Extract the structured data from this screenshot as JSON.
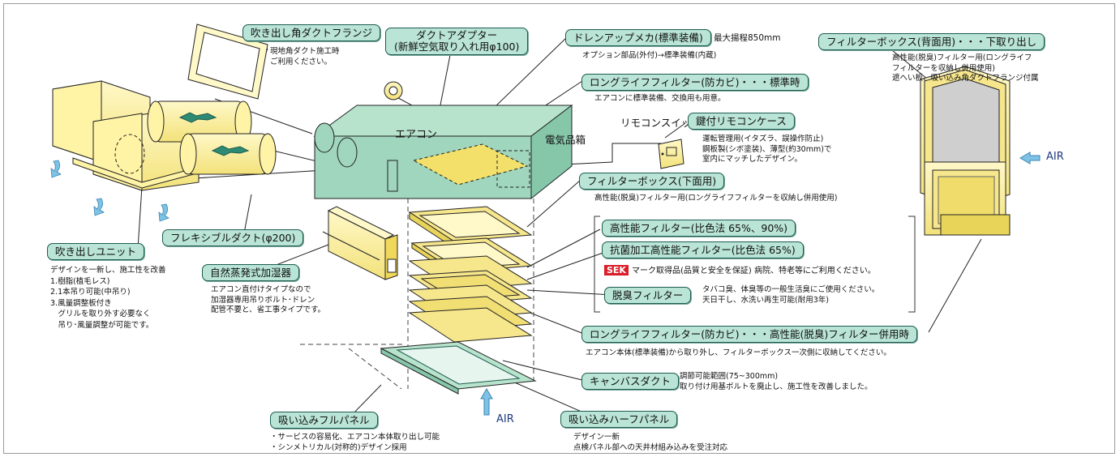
{
  "labels": {
    "flange": "吹き出し角ダクトフランジ",
    "adapter_line1": "ダクトアダプター",
    "adapter_line2": "(新鮮空気取り入れ用φ100)",
    "drain": "ドレンアップメカ(標準装備)",
    "longlife_std": "ロングライフフィルター(防カビ)・・・標準時",
    "remote_case": "鍵付リモコンケース",
    "filterbox_bottom": "フィルターボックス(下面用)",
    "filterbox_back": "フィルターボックス(背面用)・・・下取り出し",
    "hp_filter": "高性能フィルター(比色法 65%、90%)",
    "ab_filter": "抗菌加工高性能フィルター(比色法 65%)",
    "deo_filter": "脱臭フィルター",
    "longlife_combo": "ロングライフフィルター(防カビ)・・・高性能(脱臭)フィルター併用時",
    "canvas": "キャンバスダクト",
    "flex": "フレキシブルダクト(φ200)",
    "outlet_unit": "吹き出しユニット",
    "humidifier": "自然蒸発式加湿器",
    "full_panel": "吸い込みフルパネル",
    "half_panel": "吸い込みハーフパネル"
  },
  "plain_text": {
    "aircon": "エアコン",
    "remote_switch": "リモコンスイッチ",
    "electric_box": "電気品箱",
    "drain_spec": "最大揚程850mm",
    "air_right": "AIR",
    "air_bottom": "AIR"
  },
  "descriptions": {
    "flange": [
      "現地角ダクト施工時",
      "ご利用ください。"
    ],
    "drain_option": [
      "オプション部品(外付)→標準装備(内蔵)"
    ],
    "longlife_std": [
      "エアコンに標準装備、交換用も用意。"
    ],
    "remote_case": [
      "運転管理用(イタズラ、誤操作防止)",
      "鋼板製(シボ塗装)、薄型(約30mm)で",
      "室内にマッチしたデザイン。"
    ],
    "filterbox_bottom": [
      "高性能(脱臭)フィルター用(ロングライフフィルターを収納し併用使用)"
    ],
    "filterbox_back": [
      "高性能(脱臭)フィルター用(ロングライフ",
      "フィルターを収納し併用使用)",
      "遮へい板、吸い込み角ダクトフランジ付属"
    ],
    "sek_badge": "SEK",
    "sek_text": "マーク取得品(品質と安全を保証) 病院、特老等にご利用ください。",
    "deo_filter": [
      "タバコ臭、体臭等の一般生活臭にご使用ください。",
      "天日干し、水洗い再生可能(耐用3年)"
    ],
    "longlife_combo": [
      "エアコン本体(標準装備)から取り外し、フィルターボックス一次側に収納してください。"
    ],
    "canvas": [
      "調節可能範囲(75~300mm)",
      "取り付け用基ボルトを廃止し、施工性を改善しました。"
    ],
    "outlet_unit": [
      "デザインを一新し、施工性を改善",
      "1.樹脂(植毛レス)",
      "2.1本吊り可能(中吊り)",
      "3.風量調整板付き",
      "　グリルを取り外す必要なく",
      "　吊り･風量調整が可能です。"
    ],
    "humidifier": [
      "エアコン直付けタイプなので",
      "加湿器専用吊りボルト･ドレン",
      "配管不要と、省工事タイプです。"
    ],
    "full_panel": [
      "・サービスの容易化、エアコン本体取り出し可能",
      "・シンメトリカル(対称的)デザイン採用"
    ],
    "half_panel": [
      "デザイン一新",
      "点検パネル部への天井材組み込みを受注対応"
    ]
  },
  "colors": {
    "label_fill": "#b9e4d6",
    "label_border": "#1d5c4f",
    "part_yellow": "#fff3a6",
    "unit_green": "#9fd6bd",
    "air_arrow": "#7ec3e6",
    "sek_red": "#d91e2a"
  }
}
